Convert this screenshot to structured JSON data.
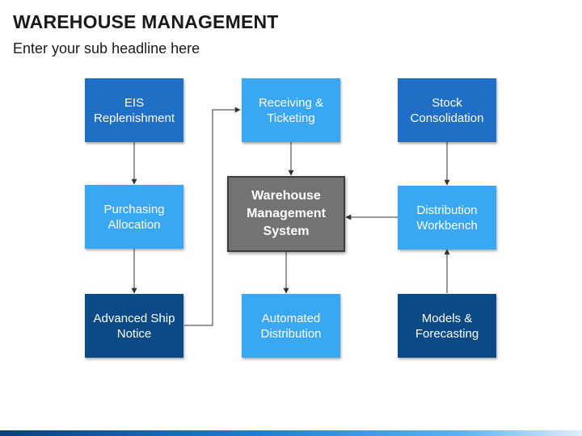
{
  "header": {
    "title": "WAREHOUSE MANAGEMENT",
    "subtitle": "Enter your sub headline here"
  },
  "nodes": {
    "eis": "EIS\nReplenishment",
    "receiving": "Receiving &\nTicketing",
    "stock": "Stock\nConsolidation",
    "purchasing": "Purchasing\nAllocation",
    "wms": "Warehouse\nManagement\nSystem",
    "distribution_wb": "Distribution\nWorkbench",
    "asn": "Advanced Ship\nNotice",
    "automated": "Automated\nDistribution",
    "models": "Models &\nForecasting"
  },
  "colors": {
    "mid_blue": "#1f6fc7",
    "light_blue": "#3aa7f2",
    "dark_blue": "#0c4a87",
    "center_gray": "#737373",
    "connector": "#333333"
  }
}
